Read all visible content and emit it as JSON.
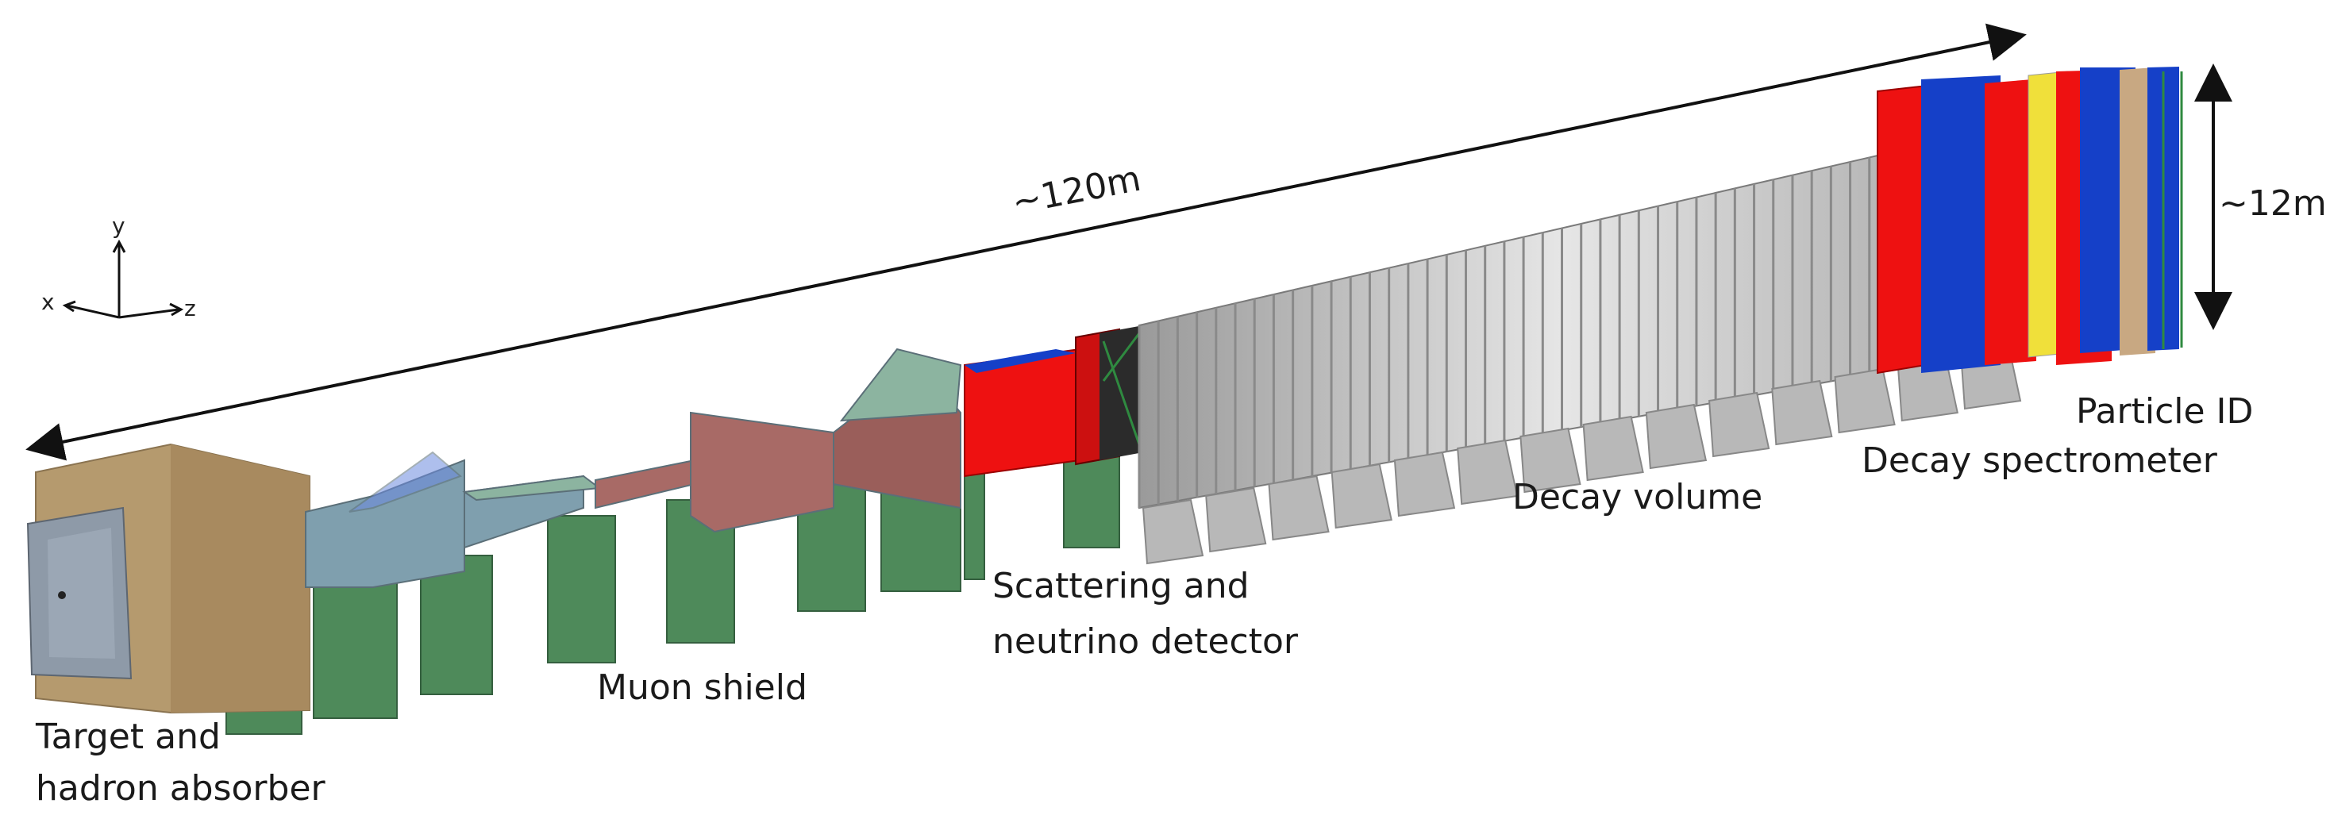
{
  "labels": {
    "length": "~120m",
    "height": "~12m",
    "target_line1": "Target and",
    "target_line2": "hadron absorber",
    "muon_shield": "Muon shield",
    "scattering_line1": "Scattering and",
    "scattering_line2": "neutrino detector",
    "decay_volume": "Decay volume",
    "decay_spectrometer": "Decay spectrometer",
    "particle_id": "Particle ID"
  },
  "axes": {
    "x": "x",
    "y": "y",
    "z": "z"
  },
  "colors": {
    "target_block": "#b59a6e",
    "target_face": "#8e9aa8",
    "muon_shield_blue": "#7f9fae",
    "muon_shield_red": "#a86a66",
    "support_green": "#4e8a5a",
    "detector_red": "#ee1111",
    "detector_blue": "#1540c8",
    "decay_grey": "#c9c9c9",
    "tan": "#c8a882"
  }
}
